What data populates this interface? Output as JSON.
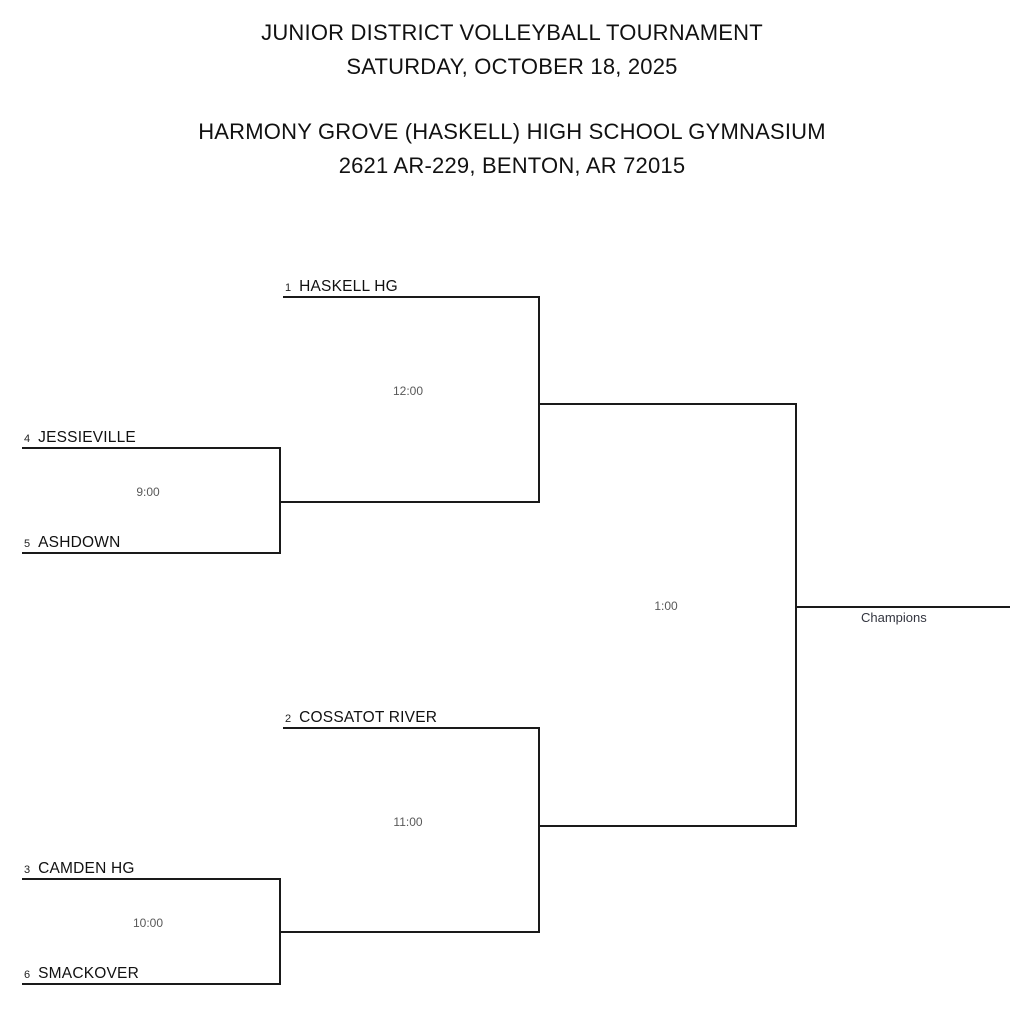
{
  "header": {
    "title_line1": "JUNIOR DISTRICT VOLLEYBALL TOURNAMENT",
    "title_line2": "SATURDAY, OCTOBER 18, 2025",
    "venue_line1": "HARMONY GROVE (HASKELL) HIGH SCHOOL GYMNASIUM",
    "venue_line2": "2621 AR-229, BENTON, AR 72015"
  },
  "bracket": {
    "round1": [
      {
        "time": "9:00",
        "top_team": {
          "seed": "4",
          "name": "JESSIEVILLE"
        },
        "bottom_team": {
          "seed": "5",
          "name": "ASHDOWN"
        }
      },
      {
        "time": "10:00",
        "top_team": {
          "seed": "3",
          "name": "CAMDEN HG"
        },
        "bottom_team": {
          "seed": "6",
          "name": "SMACKOVER"
        }
      }
    ],
    "semifinals": [
      {
        "time": "12:00",
        "bye_team": {
          "seed": "1",
          "name": "HASKELL HG"
        }
      },
      {
        "time": "11:00",
        "bye_team": {
          "seed": "2",
          "name": "COSSATOT RIVER"
        }
      }
    ],
    "final": {
      "time": "1:00",
      "winner_label": "Champions"
    }
  },
  "colors": {
    "line": "#1a1a1a",
    "time_text": "#595959",
    "text": "#111111"
  }
}
